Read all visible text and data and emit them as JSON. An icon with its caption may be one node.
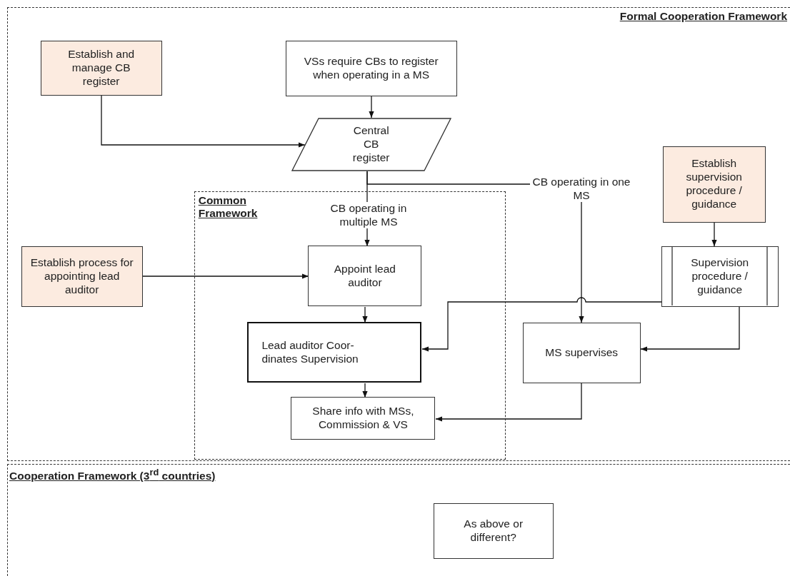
{
  "diagram": {
    "nodes": [
      {
        "text": [
          "Formal Cooperation Framework"
        ]
      },
      {
        "text": [
          "Establish and manage CB register"
        ],
        "in": 0
      },
      {
        "text": [
          "VSs require CBs to register when operating in a MS"
        ],
        "in": 0
      },
      {
        "text": [
          "Central CB register"
        ],
        "in": 0
      },
      {
        "text": [
          "Common Framework"
        ],
        "in": 0
      },
      {
        "text": [
          "Appoint lead auditor"
        ],
        "in": 4
      },
      {
        "text": [
          "Lead auditor Coor-dinates Supervision"
        ],
        "in": 4
      },
      {
        "text": [
          "Share info with MSs, Commission & VS"
        ],
        "in": 4
      },
      {
        "text": [
          "Establish process for appointing lead auditor"
        ],
        "in": 0
      },
      {
        "text": [
          "Establish supervision procedure / guidance"
        ],
        "in": 0
      },
      {
        "text": [
          "Supervision procedure / guidance"
        ],
        "in": 0
      },
      {
        "text": [
          "MS supervises"
        ],
        "in": 0
      },
      {
        "text": [
          "Cooperation Framework (3$^{rd}$ countries)"
        ]
      },
      {
        "text": [
          "As above or different?"
        ],
        "in": 12
      }
    ],
    "edges": [
      {
        "from": 1,
        "to": 3,
        "arrow": "to"
      },
      {
        "from": 2,
        "to": 3,
        "arrow": "to"
      },
      {
        "from": 3,
        "to": 5,
        "arrow": "to",
        "label": "CB operating in multiple MS"
      },
      {
        "from": 3,
        "to": 11,
        "arrow": "to",
        "label": "CB operating in one MS"
      },
      {
        "from": 8,
        "to": 5,
        "arrow": "to"
      },
      {
        "from": 5,
        "to": 6,
        "arrow": "to"
      },
      {
        "from": 10,
        "to": 6,
        "arrow": "to"
      },
      {
        "from": 9,
        "to": 10,
        "arrow": "to"
      },
      {
        "from": 10,
        "to": 11,
        "arrow": "to"
      },
      {
        "from": 6,
        "to": 7,
        "arrow": "to"
      },
      {
        "from": 11,
        "to": 7,
        "arrow": "to"
      }
    ]
  }
}
